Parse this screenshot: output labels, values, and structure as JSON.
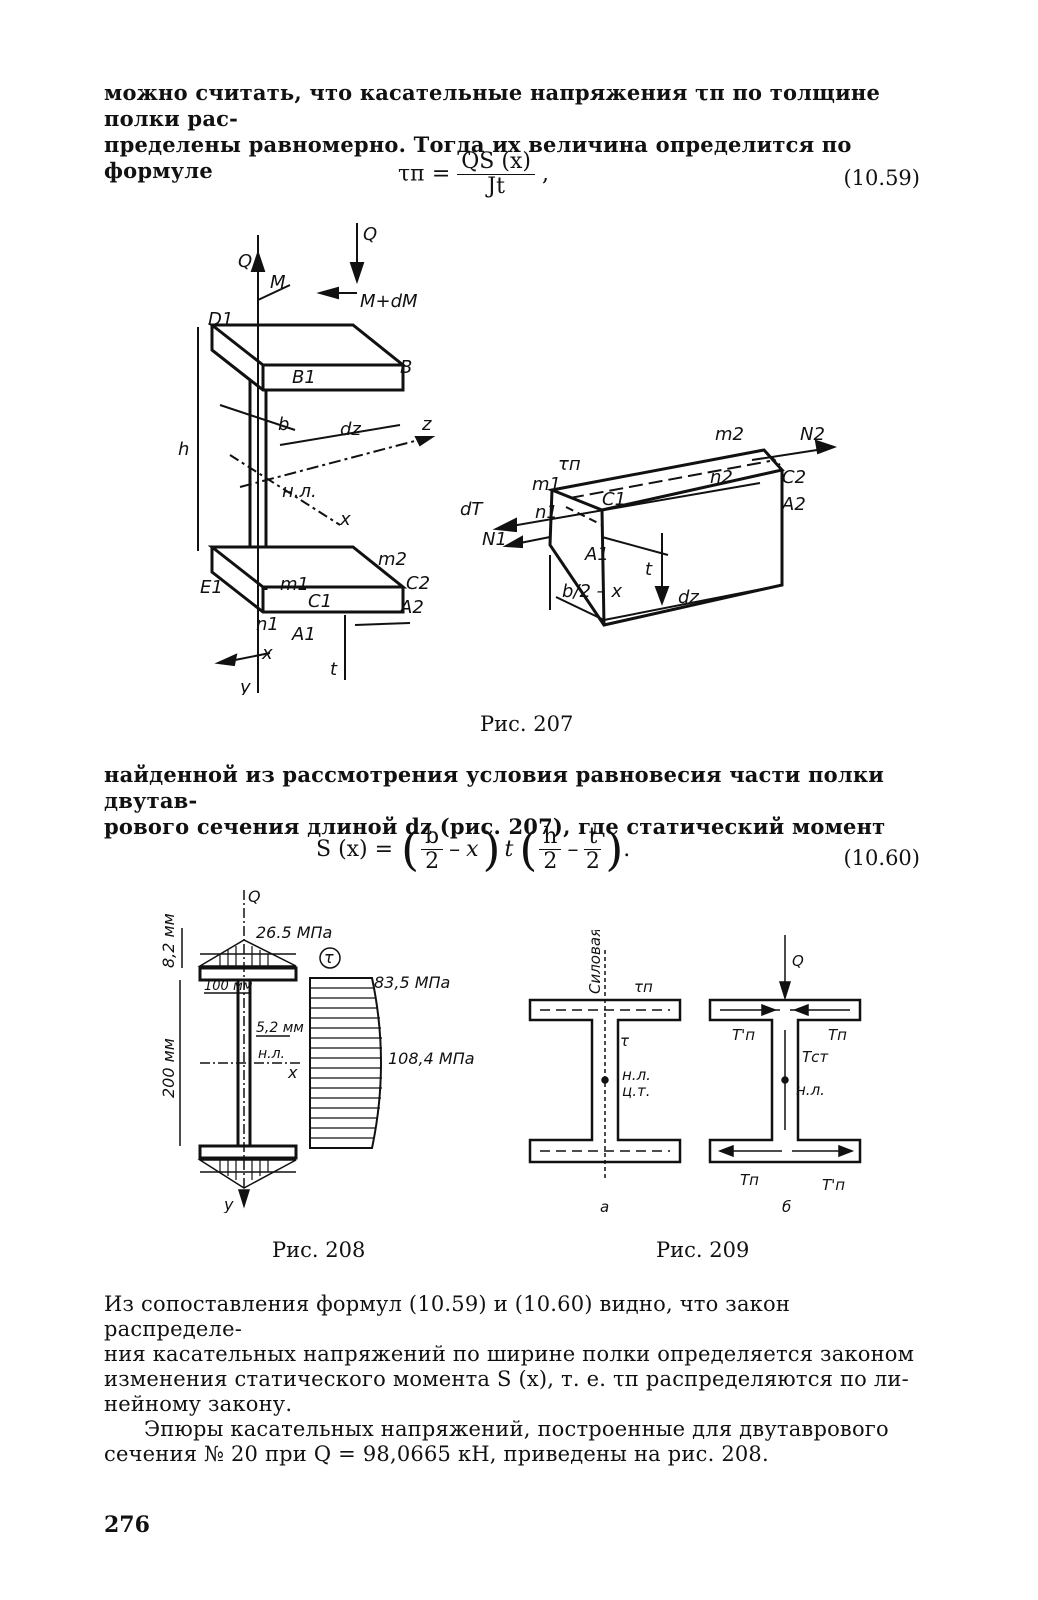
{
  "intro": {
    "line1": "можно считать, что касательные напряжения τп по толщине полки рас-",
    "line2": "пределены равномерно. Тогда их величина определится по формуле"
  },
  "eq1": {
    "lhs": "τп =",
    "num": "QS (x)",
    "den": "Jt",
    "tail": ",",
    "number": "(10.59)"
  },
  "fig207": {
    "caption": "Рис. 207",
    "labels": {
      "Q": "Q",
      "Q2": "Q",
      "M": "M",
      "MdM": "M+dM",
      "D1": "D1",
      "B1": "B1",
      "B": "B",
      "b": "b",
      "dz": "dz",
      "z": "z",
      "h": "h",
      "nl": "н.л.",
      "x": "x",
      "E1": "E1",
      "m1": "m1",
      "m2": "m2",
      "C1": "C1",
      "C2": "C2",
      "A1": "A1",
      "A2": "A2",
      "n1": "n1",
      "y": "y",
      "t": "t",
      "xb": "x",
      "r_m2": "m2",
      "r_N2": "N2",
      "r_tau": "τп",
      "r_n2": "n2",
      "r_C2": "C2",
      "r_A2": "A2",
      "r_m1": "m1",
      "r_dT": "dT",
      "r_n1": "n1",
      "r_C1": "C1",
      "r_N1": "N1",
      "r_A1": "A1",
      "r_t": "t",
      "r_bx": "b/2 – x",
      "r_dz": "dz"
    }
  },
  "middle": {
    "line1": "найденной из рассмотрения условия равновесия части полки двутав-",
    "line2": "рового сечения длиной dz (рис. 207), где статический момент"
  },
  "eq2": {
    "lhs": "S (x) =",
    "number": "(10.60)",
    "b": "b",
    "two": "2",
    "x": "x",
    "t": "t",
    "h": "h",
    "tt": "t"
  },
  "fig208": {
    "caption": "Рис. 208",
    "labels": {
      "Q": "Q",
      "t1": "26.5 МПа",
      "tau": "τ",
      "t2": "83,5 МПа",
      "t3": "108,4 МПа",
      "d1": "8,2 мм",
      "d2": "100 мм",
      "d3": "5,2 мм",
      "d4": "200 мм",
      "nl": "н.л.",
      "x": "x",
      "y": "y"
    }
  },
  "fig209": {
    "caption": "Рис. 209",
    "labels": {
      "line": "Силовая линия",
      "tp": "τп",
      "tau": "τ",
      "nl": "н.л.",
      "ct": "ц.т.",
      "a": "а",
      "Q": "Q",
      "Tp1": "T'п",
      "Tp2": "Tп",
      "Tst": "Tст",
      "nl2": "н.л.",
      "Tp3": "Tп",
      "Tp4": "T'п",
      "b": "б"
    }
  },
  "conclusion": {
    "line1": "Из сопоставления формул (10.59) и (10.60) видно, что закон распределе-",
    "line2": "ния касательных напряжений по ширине полки определяется законом",
    "line3": "изменения статического момента S (x), т. е. τп распределяются по ли-",
    "line4": "нейному закону.",
    "line5": "Эпюры касательных напряжений, построенные для двутаврового",
    "line6": "сечения № 20 при Q = 98,0665 кН, приведены на рис. 208."
  },
  "page_number": "276"
}
